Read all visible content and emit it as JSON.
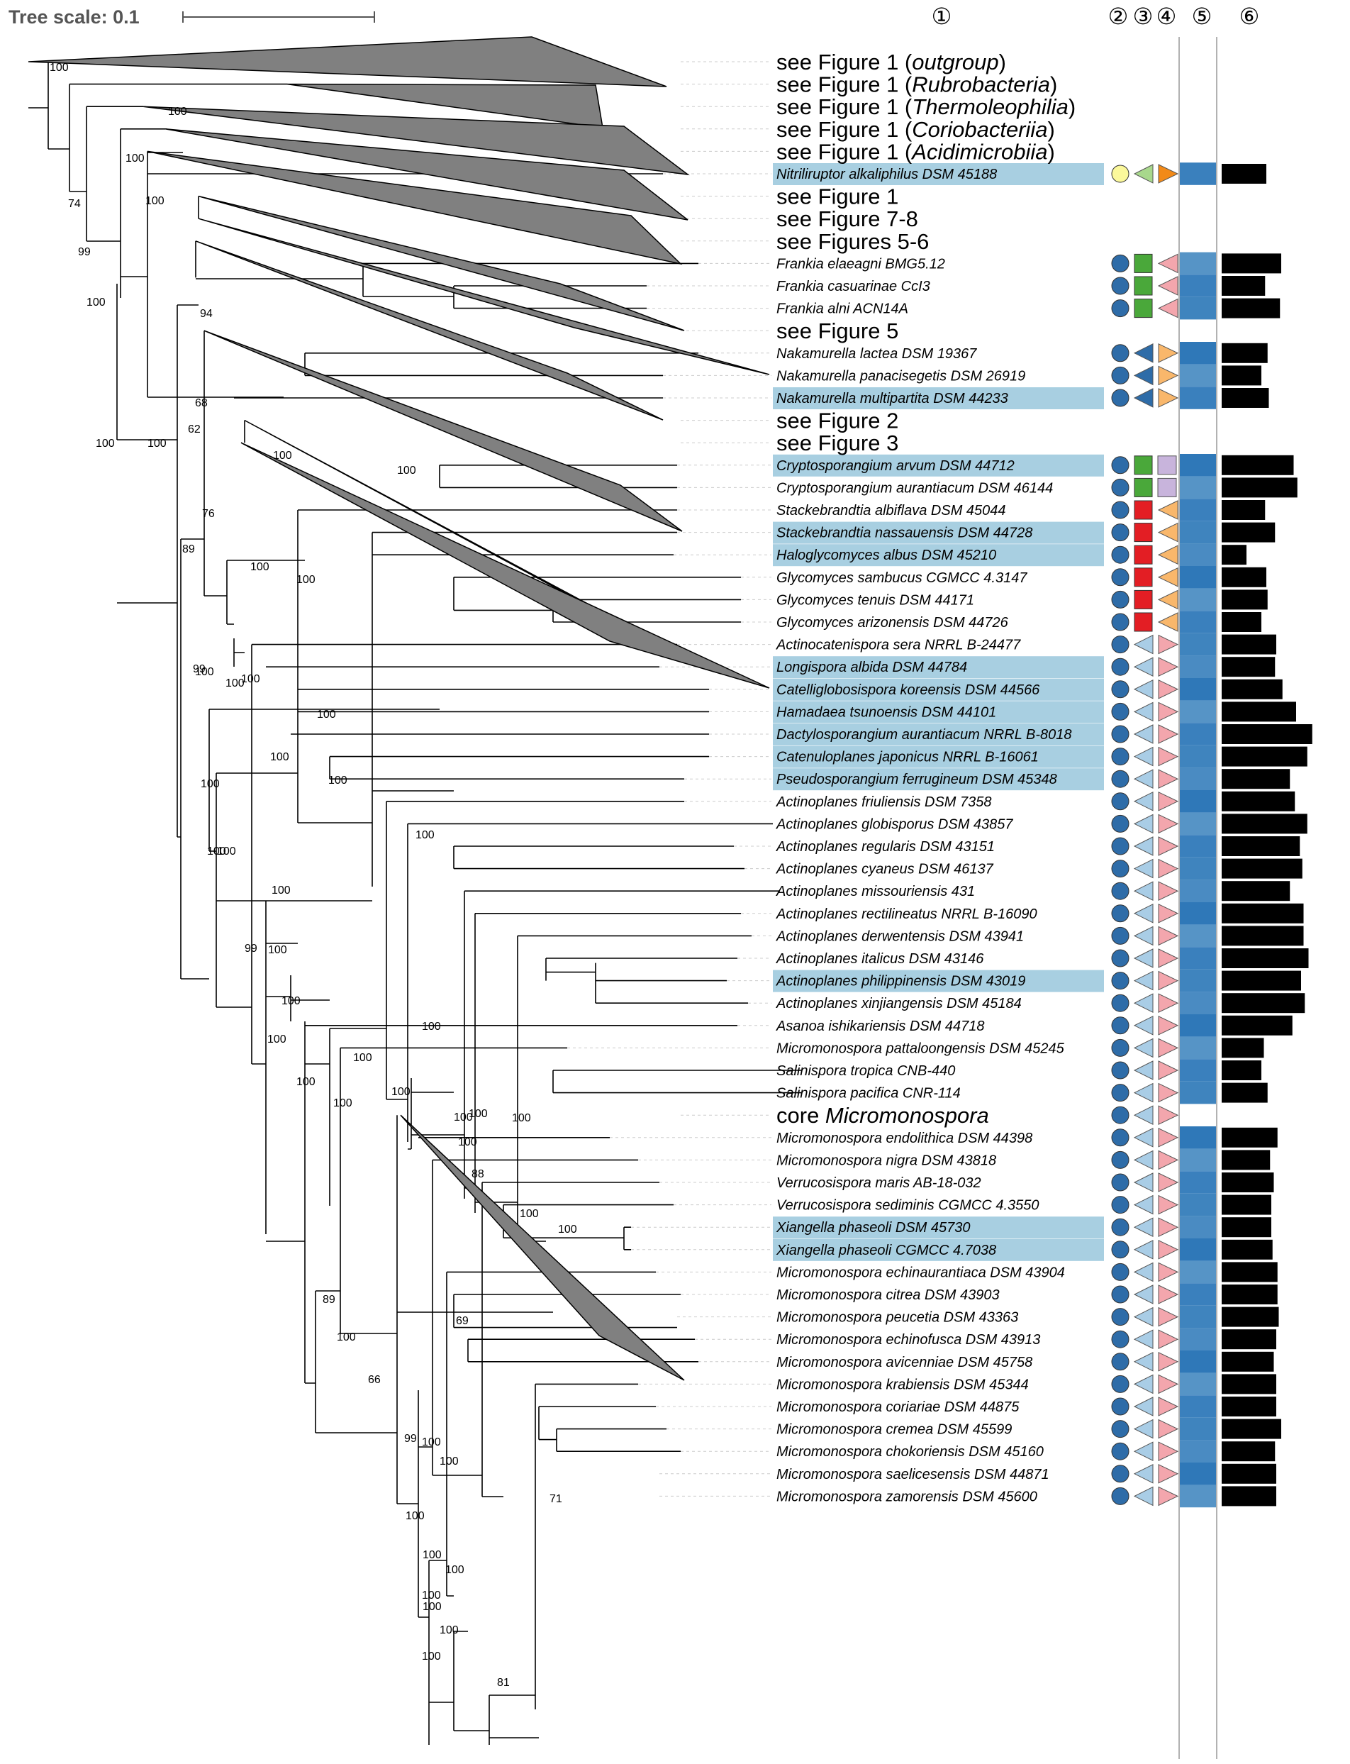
{
  "scale": {
    "label": "Tree scale: 0.1"
  },
  "columns": [
    "①",
    "②",
    "③",
    "④",
    "⑤",
    "⑥"
  ],
  "colors": {
    "collapsed_clade": "#808080",
    "highlight": "#a8cfe1",
    "col2_blue": "#2e6ca8",
    "col2_yellow": "#fbf89b",
    "col3_green": "#4aa83a",
    "col3_lightgreen": "#a8d88c",
    "col3_blue": "#2e6ca8",
    "col3_red": "#e31e24",
    "col3_lightblue": "#a9cde6",
    "col4_orange": "#f28a18",
    "col4_pink": "#f3a6ad",
    "col4_lightorange": "#f9b76b",
    "col4_lavender": "#c8b4dc",
    "col5_bar": "#3a80bd",
    "col6_bar": "#000000"
  },
  "leaves": [
    {
      "name": "see Figure 1 (outgroup)",
      "type": "clade",
      "pre": "see Figure 1 (",
      "it": "outgroup",
      "post": ")",
      "italic": false
    },
    {
      "name": "see Figure 1 (Rubrobacteria)",
      "type": "clade",
      "pre": "see Figure 1 (",
      "it": "Rubrobacteria",
      "post": ")"
    },
    {
      "name": "see Figure 1 (Thermoleophilia)",
      "type": "clade",
      "pre": "see Figure 1 (",
      "it": "Thermoleophilia",
      "post": ")"
    },
    {
      "name": "see Figure 1 (Coriobacteriia)",
      "type": "clade",
      "pre": "see Figure 1 (",
      "it": "Coriobacteriia",
      "post": ")"
    },
    {
      "name": "see Figure 1 (Acidimicrobiia)",
      "type": "clade",
      "pre": "see Figure 1 (",
      "it": "Acidimicrobiia",
      "post": ")"
    },
    {
      "name": "Nitriliruptor alkaliphilus DSM 45188",
      "type": "leaf",
      "hl": true,
      "c2": "yellow",
      "c3": "lightgreen",
      "c4": "orange",
      "bar": 0.36
    },
    {
      "name": "see Figure 1",
      "type": "clade",
      "pre": "see Figure 1",
      "it": "",
      "post": ""
    },
    {
      "name": "see Figure 7-8",
      "type": "clade",
      "pre": "see Figure 7-8",
      "it": "",
      "post": ""
    },
    {
      "name": "see Figures 5-6",
      "type": "clade",
      "pre": "see Figures 5-6",
      "it": "",
      "post": ""
    },
    {
      "name": "Frankia elaeagni BMG5.12",
      "type": "leaf",
      "c2": "blue",
      "c3": "green",
      "c4": "pink",
      "bar": 0.48
    },
    {
      "name": "Frankia casuarinae CcI3",
      "type": "leaf",
      "c2": "blue",
      "c3": "green",
      "c4": "pink",
      "bar": 0.35
    },
    {
      "name": "Frankia alni ACN14A",
      "type": "leaf",
      "c2": "blue",
      "c3": "green",
      "c4": "pink",
      "bar": 0.47
    },
    {
      "name": "see Figure 5",
      "type": "clade",
      "pre": "see Figure 5",
      "it": "",
      "post": ""
    },
    {
      "name": "Nakamurella lactea DSM 19367",
      "type": "leaf",
      "c2": "blue",
      "c3": "blue",
      "c4": "lightorange",
      "bar": 0.37
    },
    {
      "name": "Nakamurella panacisegetis DSM 26919",
      "type": "leaf",
      "c2": "blue",
      "c3": "blue",
      "c4": "lightorange",
      "bar": 0.32
    },
    {
      "name": "Nakamurella multipartita DSM 44233",
      "type": "leaf",
      "hl": true,
      "c2": "blue",
      "c3": "blue",
      "c4": "lightorange",
      "bar": 0.38
    },
    {
      "name": "see Figure 2",
      "type": "clade",
      "pre": "see Figure 2",
      "it": "",
      "post": ""
    },
    {
      "name": "see Figure 3",
      "type": "clade",
      "pre": "see Figure 3",
      "it": "",
      "post": ""
    },
    {
      "name": "Cryptosporangium arvum DSM 44712",
      "type": "leaf",
      "hl": true,
      "c2": "blue",
      "c3": "green",
      "c4": "lavender",
      "bar": 0.58
    },
    {
      "name": "Cryptosporangium aurantiacum DSM 46144",
      "type": "leaf",
      "c2": "blue",
      "c3": "green",
      "c4": "lavender",
      "bar": 0.61
    },
    {
      "name": "Stackebrandtia albiflava DSM 45044",
      "type": "leaf",
      "c2": "blue",
      "c3": "red",
      "c4": "lightorange",
      "bar": 0.35
    },
    {
      "name": "Stackebrandtia nassauensis DSM 44728",
      "type": "leaf",
      "hl": true,
      "c2": "blue",
      "c3": "red",
      "c4": "lightorange",
      "bar": 0.43
    },
    {
      "name": "Haloglycomyces albus DSM 45210",
      "type": "leaf",
      "hl": true,
      "c2": "blue",
      "c3": "red",
      "c4": "lightorange",
      "bar": 0.2
    },
    {
      "name": "Glycomyces sambucus CGMCC 4.3147",
      "type": "leaf",
      "c2": "blue",
      "c3": "red",
      "c4": "lightorange",
      "bar": 0.36
    },
    {
      "name": "Glycomyces tenuis DSM 44171",
      "type": "leaf",
      "c2": "blue",
      "c3": "red",
      "c4": "lightorange",
      "bar": 0.37
    },
    {
      "name": "Glycomyces arizonensis DSM 44726",
      "type": "leaf",
      "c2": "blue",
      "c3": "red",
      "c4": "lightorange",
      "bar": 0.32
    },
    {
      "name": "Actinocatenispora sera NRRL B-24477",
      "type": "leaf",
      "c2": "blue",
      "c3": "lightblue",
      "c4": "pink",
      "bar": 0.44
    },
    {
      "name": "Longispora albida DSM 44784",
      "type": "leaf",
      "hl": true,
      "c2": "blue",
      "c3": "lightblue",
      "c4": "pink",
      "bar": 0.43
    },
    {
      "name": "Catelliglobosispora koreensis DSM 44566",
      "type": "leaf",
      "hl": true,
      "c2": "blue",
      "c3": "lightblue",
      "c4": "pink",
      "bar": 0.49
    },
    {
      "name": "Hamadaea tsunoensis DSM 44101",
      "type": "leaf",
      "hl": true,
      "c2": "blue",
      "c3": "lightblue",
      "c4": "pink",
      "bar": 0.6
    },
    {
      "name": "Dactylosporangium aurantiacum NRRL B-8018",
      "type": "leaf",
      "hl": true,
      "c2": "blue",
      "c3": "lightblue",
      "c4": "pink",
      "bar": 0.73
    },
    {
      "name": "Catenuloplanes japonicus NRRL B-16061",
      "type": "leaf",
      "hl": true,
      "c2": "blue",
      "c3": "lightblue",
      "c4": "pink",
      "bar": 0.69
    },
    {
      "name": "Pseudosporangium ferrugineum DSM 45348",
      "type": "leaf",
      "hl": true,
      "c2": "blue",
      "c3": "lightblue",
      "c4": "pink",
      "bar": 0.55
    },
    {
      "name": "Actinoplanes friuliensis DSM 7358",
      "type": "leaf",
      "c2": "blue",
      "c3": "lightblue",
      "c4": "pink",
      "bar": 0.59
    },
    {
      "name": "Actinoplanes globisporus DSM 43857",
      "type": "leaf",
      "c2": "blue",
      "c3": "lightblue",
      "c4": "pink",
      "bar": 0.69
    },
    {
      "name": "Actinoplanes regularis DSM 43151",
      "type": "leaf",
      "c2": "blue",
      "c3": "lightblue",
      "c4": "pink",
      "bar": 0.63
    },
    {
      "name": "Actinoplanes cyaneus DSM 46137",
      "type": "leaf",
      "c2": "blue",
      "c3": "lightblue",
      "c4": "pink",
      "bar": 0.65
    },
    {
      "name": "Actinoplanes missouriensis 431",
      "type": "leaf",
      "c2": "blue",
      "c3": "lightblue",
      "c4": "pink",
      "bar": 0.55
    },
    {
      "name": "Actinoplanes rectilineatus NRRL B-16090",
      "type": "leaf",
      "c2": "blue",
      "c3": "lightblue",
      "c4": "pink",
      "bar": 0.66
    },
    {
      "name": "Actinoplanes derwentensis DSM 43941",
      "type": "leaf",
      "c2": "blue",
      "c3": "lightblue",
      "c4": "pink",
      "bar": 0.66
    },
    {
      "name": "Actinoplanes italicus DSM 43146",
      "type": "leaf",
      "c2": "blue",
      "c3": "lightblue",
      "c4": "pink",
      "bar": 0.7
    },
    {
      "name": "Actinoplanes philippinensis DSM 43019",
      "type": "leaf",
      "hl": true,
      "c2": "blue",
      "c3": "lightblue",
      "c4": "pink",
      "bar": 0.64
    },
    {
      "name": "Actinoplanes xinjiangensis DSM 45184",
      "type": "leaf",
      "c2": "blue",
      "c3": "lightblue",
      "c4": "pink",
      "bar": 0.67
    },
    {
      "name": "Asanoa ishikariensis DSM 44718",
      "type": "leaf",
      "c2": "blue",
      "c3": "lightblue",
      "c4": "pink",
      "bar": 0.57
    },
    {
      "name": "Micromonospora pattaloongensis DSM 45245",
      "type": "leaf",
      "c2": "blue",
      "c3": "lightblue",
      "c4": "pink",
      "bar": 0.34
    },
    {
      "name": "Salinispora tropica CNB-440",
      "type": "leaf",
      "c2": "blue",
      "c3": "lightblue",
      "c4": "pink",
      "bar": 0.32
    },
    {
      "name": "Salinispora pacifica CNR-114",
      "type": "leaf",
      "c2": "blue",
      "c3": "lightblue",
      "c4": "pink",
      "bar": 0.37
    },
    {
      "name": "core Micromonospora",
      "type": "clade",
      "pre": "core ",
      "it": "Micromonospora",
      "post": "",
      "italicPart": true,
      "c2": "blue",
      "c3": "lightblue",
      "c4": "pink"
    },
    {
      "name": "Micromonospora endolithica DSM 44398",
      "type": "leaf",
      "c2": "blue",
      "c3": "lightblue",
      "c4": "pink",
      "bar": 0.45
    },
    {
      "name": "Micromonospora nigra DSM 43818",
      "type": "leaf",
      "c2": "blue",
      "c3": "lightblue",
      "c4": "pink",
      "bar": 0.39
    },
    {
      "name": "Verrucosispora maris AB-18-032",
      "type": "leaf",
      "c2": "blue",
      "c3": "lightblue",
      "c4": "pink",
      "bar": 0.42
    },
    {
      "name": "Verrucosispora sediminis CGMCC 4.3550",
      "type": "leaf",
      "c2": "blue",
      "c3": "lightblue",
      "c4": "pink",
      "bar": 0.4
    },
    {
      "name": "Xiangella phaseoli DSM 45730",
      "type": "leaf",
      "hl": true,
      "c2": "blue",
      "c3": "lightblue",
      "c4": "pink",
      "bar": 0.4
    },
    {
      "name": "Xiangella phaseoli CGMCC 4.7038",
      "type": "leaf",
      "hl": true,
      "c2": "blue",
      "c3": "lightblue",
      "c4": "pink",
      "bar": 0.41
    },
    {
      "name": "Micromonospora echinaurantiaca DSM 43904",
      "type": "leaf",
      "c2": "blue",
      "c3": "lightblue",
      "c4": "pink",
      "bar": 0.45
    },
    {
      "name": "Micromonospora citrea DSM 43903",
      "type": "leaf",
      "c2": "blue",
      "c3": "lightblue",
      "c4": "pink",
      "bar": 0.45
    },
    {
      "name": "Micromonospora peucetia DSM 43363",
      "type": "leaf",
      "c2": "blue",
      "c3": "lightblue",
      "c4": "pink",
      "bar": 0.46
    },
    {
      "name": "Micromonospora echinofusca DSM 43913",
      "type": "leaf",
      "c2": "blue",
      "c3": "lightblue",
      "c4": "pink",
      "bar": 0.44
    },
    {
      "name": "Micromonospora avicenniae DSM 45758",
      "type": "leaf",
      "c2": "blue",
      "c3": "lightblue",
      "c4": "pink",
      "bar": 0.42
    },
    {
      "name": "Micromonospora krabiensis DSM 45344",
      "type": "leaf",
      "c2": "blue",
      "c3": "lightblue",
      "c4": "pink",
      "bar": 0.44
    },
    {
      "name": "Micromonospora coriariae DSM 44875",
      "type": "leaf",
      "c2": "blue",
      "c3": "lightblue",
      "c4": "pink",
      "bar": 0.44
    },
    {
      "name": "Micromonospora cremea DSM 45599",
      "type": "leaf",
      "c2": "blue",
      "c3": "lightblue",
      "c4": "pink",
      "bar": 0.48
    },
    {
      "name": "Micromonospora chokoriensis DSM 45160",
      "type": "leaf",
      "c2": "blue",
      "c3": "lightblue",
      "c4": "pink",
      "bar": 0.43
    },
    {
      "name": "Micromonospora saelicesensis DSM 44871",
      "type": "leaf",
      "c2": "blue",
      "c3": "lightblue",
      "c4": "pink",
      "bar": 0.44
    },
    {
      "name": "Micromonospora zamorensis DSM 45600",
      "type": "leaf",
      "c2": "blue",
      "c3": "lightblue",
      "c4": "pink",
      "bar": 0.44
    }
  ],
  "bootstrap": [
    "100",
    "100",
    "100",
    "74",
    "100",
    "99",
    "100",
    "100",
    "94",
    "68",
    "62",
    "100",
    "100",
    "100",
    "76",
    "89",
    "100",
    "100",
    "100",
    "100",
    "100",
    "99",
    "100",
    "100",
    "100",
    "100",
    "100",
    "100",
    "100",
    "100",
    "99",
    "100",
    "100",
    "100",
    "100",
    "100",
    "100",
    "100",
    "100",
    "100",
    "88",
    "100",
    "100",
    "100",
    "100",
    "100",
    "89",
    "100",
    "69",
    "66",
    "99",
    "100",
    "100",
    "71",
    "100",
    "100",
    "100",
    "100",
    "100",
    "100",
    "100",
    "81"
  ]
}
